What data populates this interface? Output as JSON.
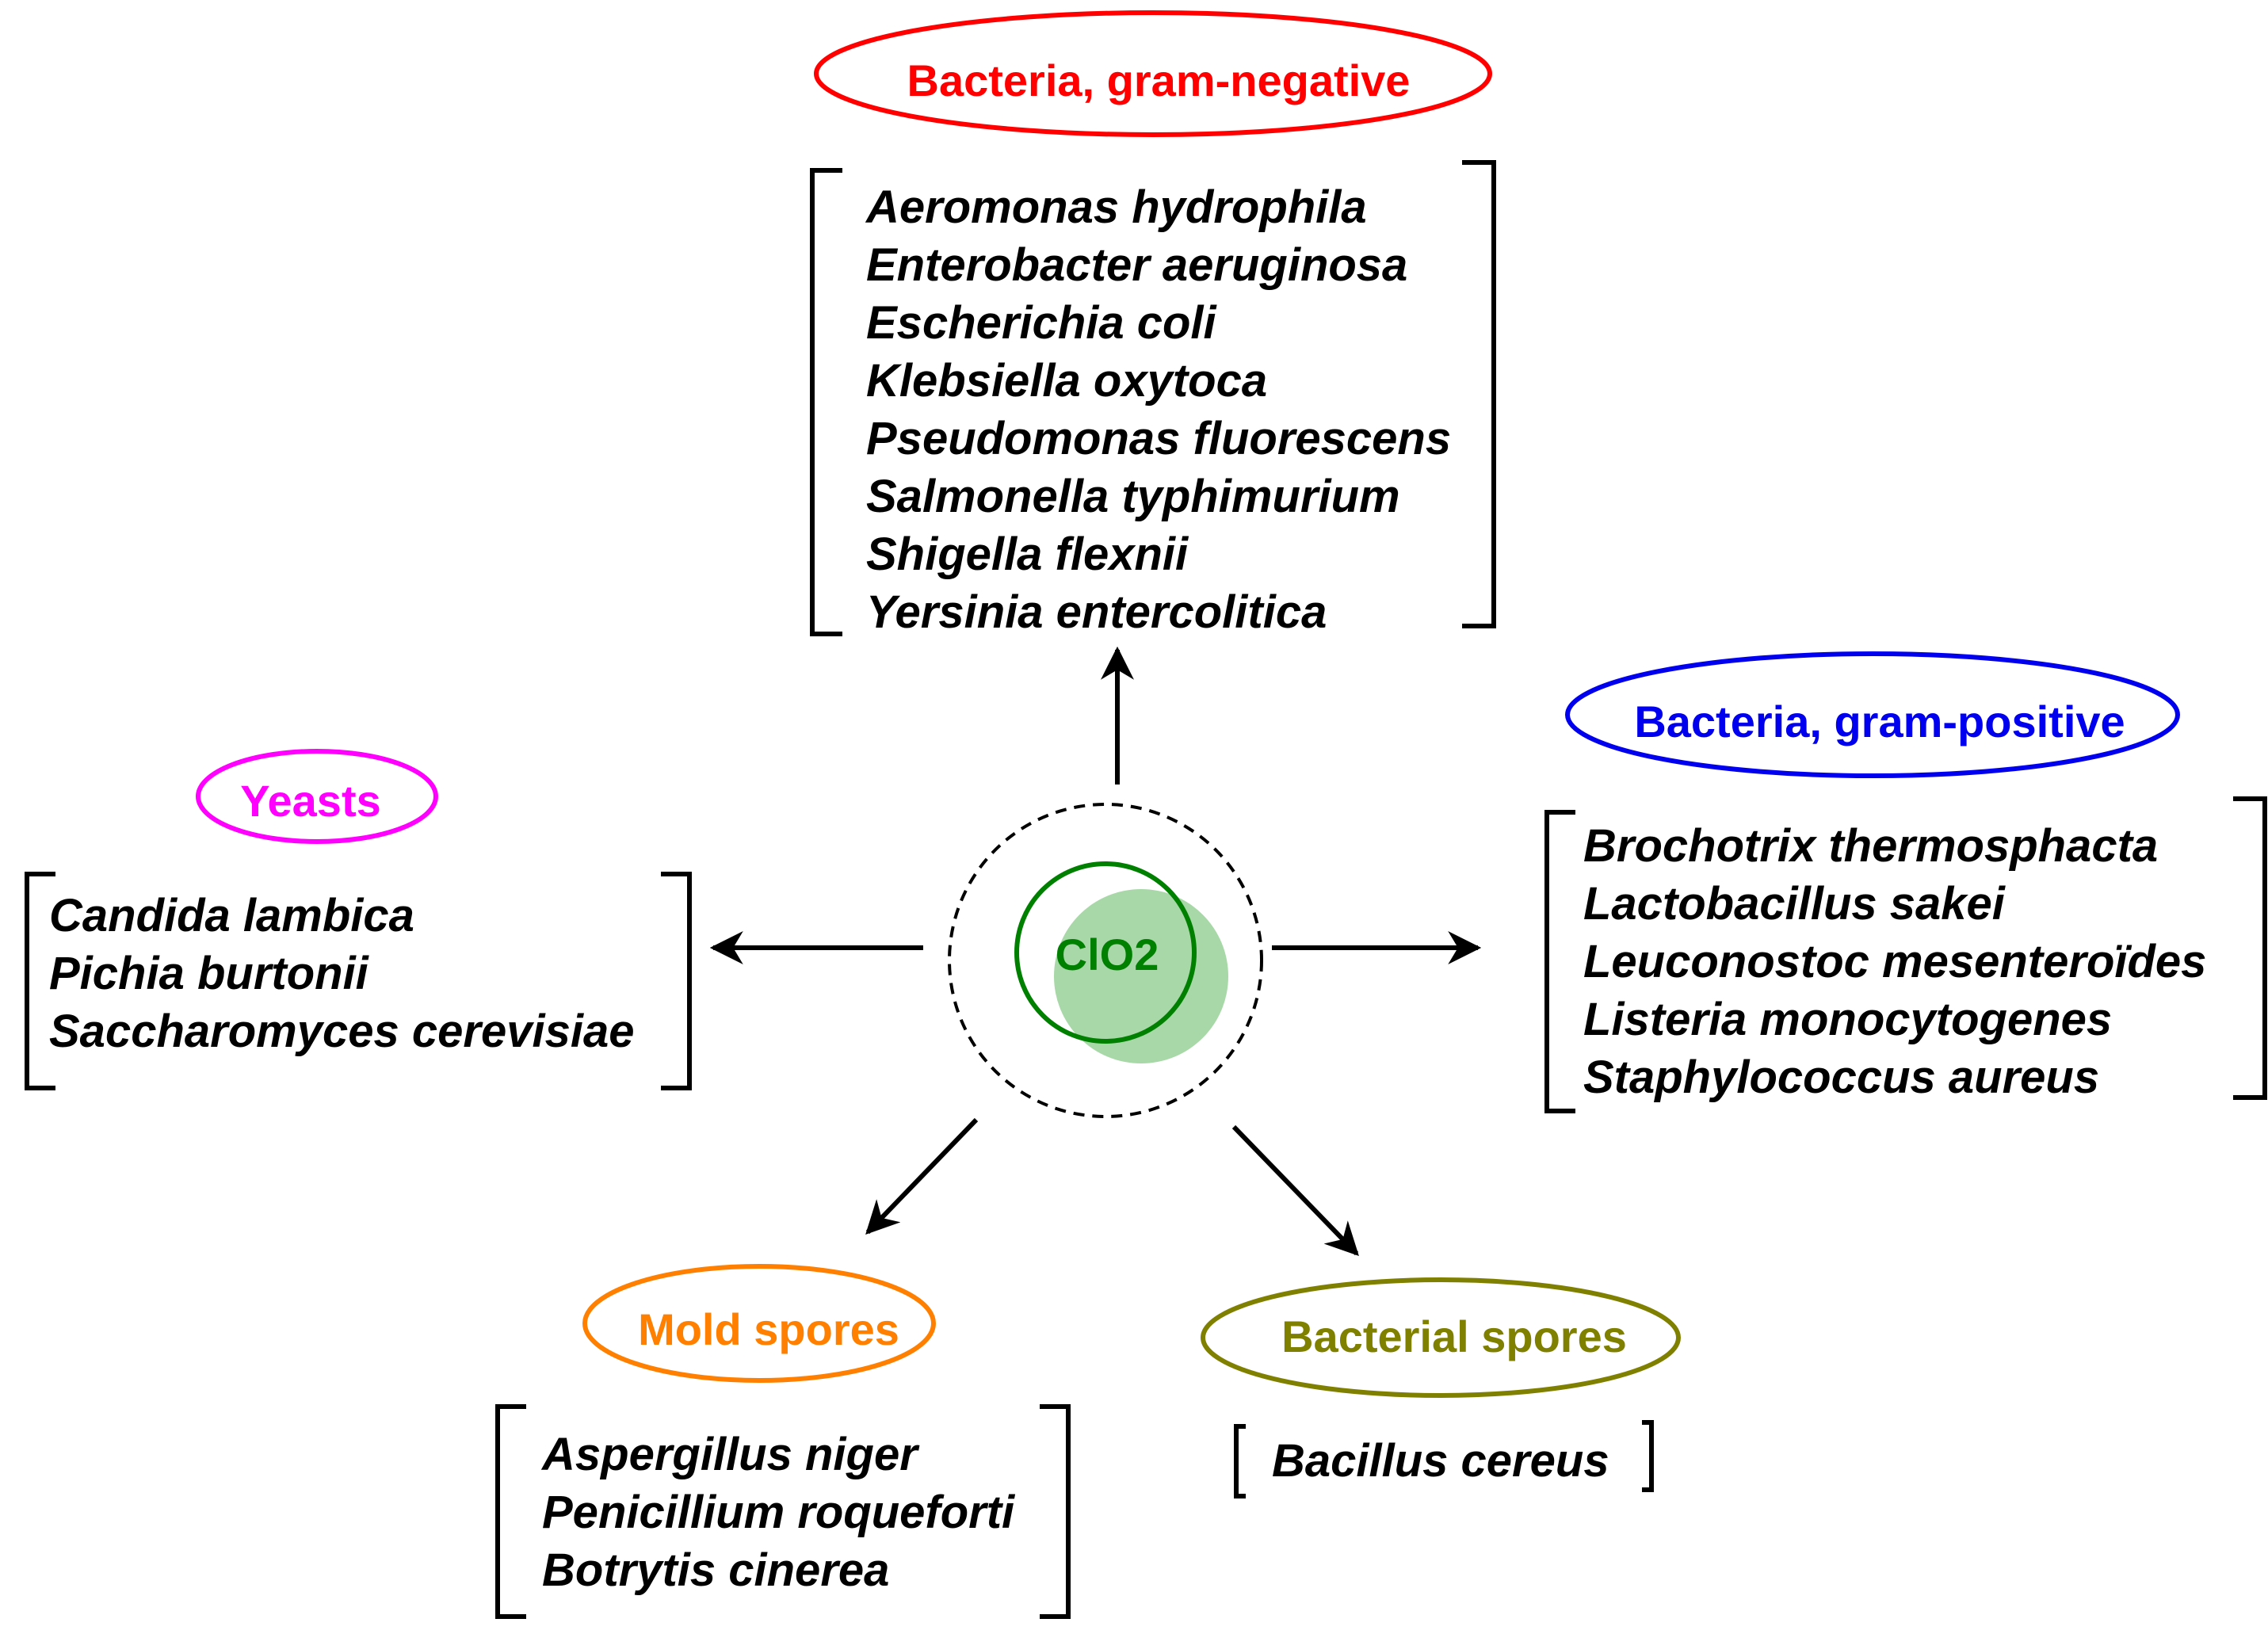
{
  "center": {
    "label": "ClO2",
    "color": "#008000",
    "shadow_color": "#a8d8a8"
  },
  "groups": [
    {
      "id": "gram-negative",
      "label": "Bacteria, gram-negative",
      "color": "#ff0000",
      "species": [
        "Aeromonas hydrophila",
        "Enterobacter aeruginosa",
        "Escherichia coli",
        "Klebsiella oxytoca",
        "Pseudomonas fluorescens",
        "Salmonella typhimurium",
        "Shigella flexnii",
        "Yersinia entercolitica"
      ]
    },
    {
      "id": "gram-positive",
      "label": "Bacteria, gram-positive",
      "color": "#0000ee",
      "species": [
        "Brochotrix thermosphacta",
        "Lactobacillus sakei",
        "Leuconostoc mesenteroïdes",
        "Listeria monocytogenes",
        "Staphylococcus aureus"
      ]
    },
    {
      "id": "yeasts",
      "label": "Yeasts",
      "color": "#ff00ff",
      "species": [
        "Candida lambica",
        "Pichia burtonii",
        "Saccharomyces cerevisiae"
      ]
    },
    {
      "id": "mold-spores",
      "label": "Mold spores",
      "color": "#ff8000",
      "species": [
        "Aspergillus niger",
        "Penicillium roqueforti",
        "Botrytis cinerea"
      ]
    },
    {
      "id": "bacterial-spores",
      "label": "Bacterial spores",
      "color": "#808000",
      "species": [
        "Bacillus cereus"
      ]
    }
  ]
}
